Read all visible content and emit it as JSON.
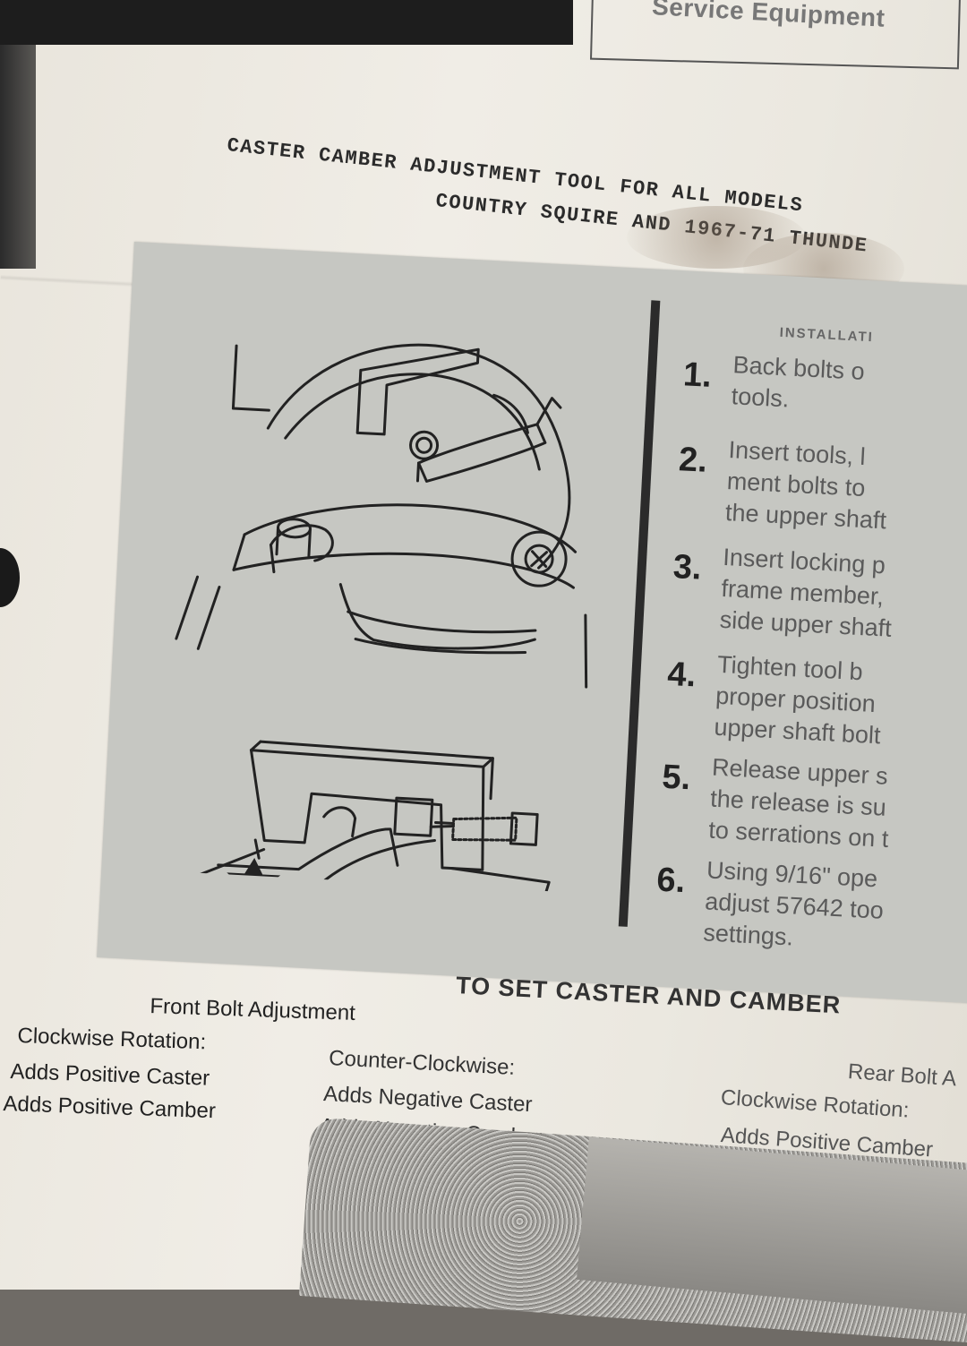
{
  "header": {
    "service_label": "Service Equipment",
    "title_line1": "CASTER CAMBER ADJUSTMENT TOOL FOR ALL MODELS",
    "title_line2": "COUNTRY SQUIRE AND 1967-71 THUNDE"
  },
  "installation": {
    "title": "INSTALLATI",
    "steps": [
      {
        "num": "1.",
        "text": "Back bolts o\ntools."
      },
      {
        "num": "2.",
        "text": "Insert tools, l\nment bolts to\nthe upper shaft"
      },
      {
        "num": "3.",
        "text": "Insert locking p\nframe member,\nside upper shaft"
      },
      {
        "num": "4.",
        "text": "Tighten tool b\nproper position\nupper shaft bolt"
      },
      {
        "num": "5.",
        "text": "Release upper s\nthe release is su\nto serrations on t"
      },
      {
        "num": "6.",
        "text": "Using 9/16\" ope\nadjust 57642 too\nsettings."
      }
    ]
  },
  "adjustment": {
    "heading": "TO SET CASTER AND CAMBER",
    "front_title": "Front Bolt Adjustment",
    "front_cw_title": "Clockwise Rotation:",
    "front_cw_1": "Adds Positive Caster",
    "front_cw_2": "Adds Positive Camber",
    "front_ccw_title": "Counter-Clockwise:",
    "front_ccw_1": "Adds Negative Caster",
    "front_ccw_2": "Adds Negative Camber",
    "rear_title": "Rear Bolt A",
    "rear_cw_title": "Clockwise Rotation:",
    "rear_cw_1": "Adds Positive Camber"
  },
  "colors": {
    "paper": "#ece9e1",
    "panel": "#c6c7c2",
    "ink": "#2a2a2a"
  }
}
